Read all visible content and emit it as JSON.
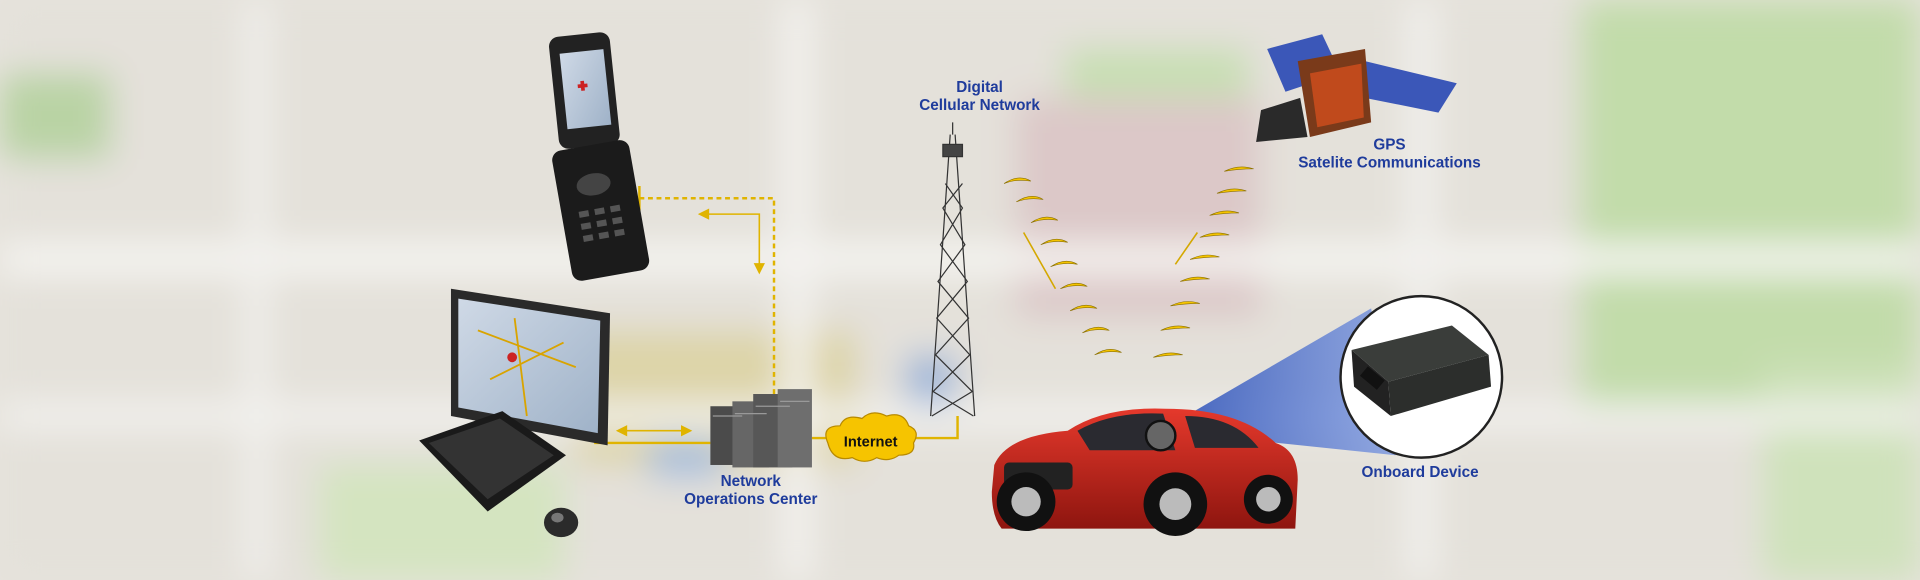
{
  "labels": {
    "cellular_line1": "Digital",
    "cellular_line2": "Cellular Network",
    "gps_line1": "GPS",
    "gps_line2": "Satelite Communications",
    "noc_line1": "Network",
    "noc_line2": "Operations Center",
    "internet": "Internet",
    "onboard": "Onboard Device"
  },
  "colors": {
    "label": "#1f3c9c",
    "signal": "#f5c400",
    "link": "#e0b400",
    "car": "#c8231b",
    "zoom_cone": "#3f63c8"
  }
}
